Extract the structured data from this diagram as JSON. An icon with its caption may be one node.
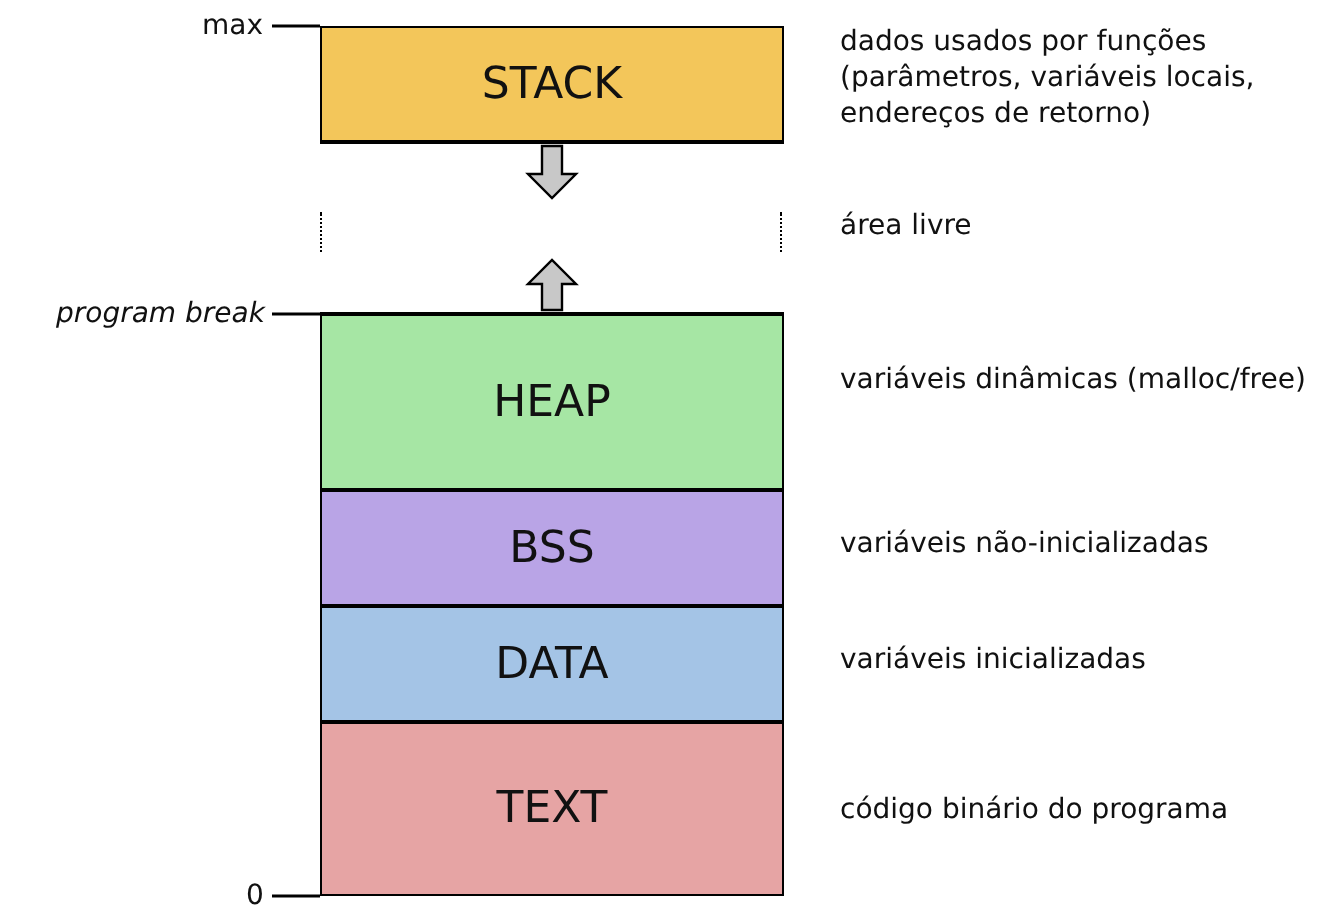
{
  "diagram": {
    "nodes": [
      {
        "text": [
          "STACK"
        ],
        "beside": [
          "dados usados por funções (parâmetros, variáveis locais, endereços de retorno)"
        ]
      },
      {
        "text": [],
        "shape": "box",
        "beside": [
          "área livre"
        ]
      },
      {
        "text": [
          "HEAP"
        ],
        "beside": [
          "variáveis dinâmicas (malloc/free)"
        ]
      },
      {
        "text": [
          "BSS"
        ],
        "beside": [
          "variáveis não-inicializadas"
        ]
      },
      {
        "text": [
          "DATA"
        ],
        "beside": [
          "variáveis inicializadas"
        ]
      },
      {
        "text": [
          "TEXT"
        ],
        "beside": [
          "código binário do programa"
        ]
      },
      {
        "text": [
          "max"
        ]
      },
      {
        "text": [
          "program break"
        ]
      },
      {
        "text": [
          "0"
        ]
      }
    ],
    "edges": [
      {
        "from": 6,
        "to": 0,
        "arrow": "none"
      },
      {
        "from": 7,
        "to": 2,
        "arrow": "none"
      },
      {
        "from": 8,
        "to": 5,
        "arrow": "none"
      }
    ]
  }
}
